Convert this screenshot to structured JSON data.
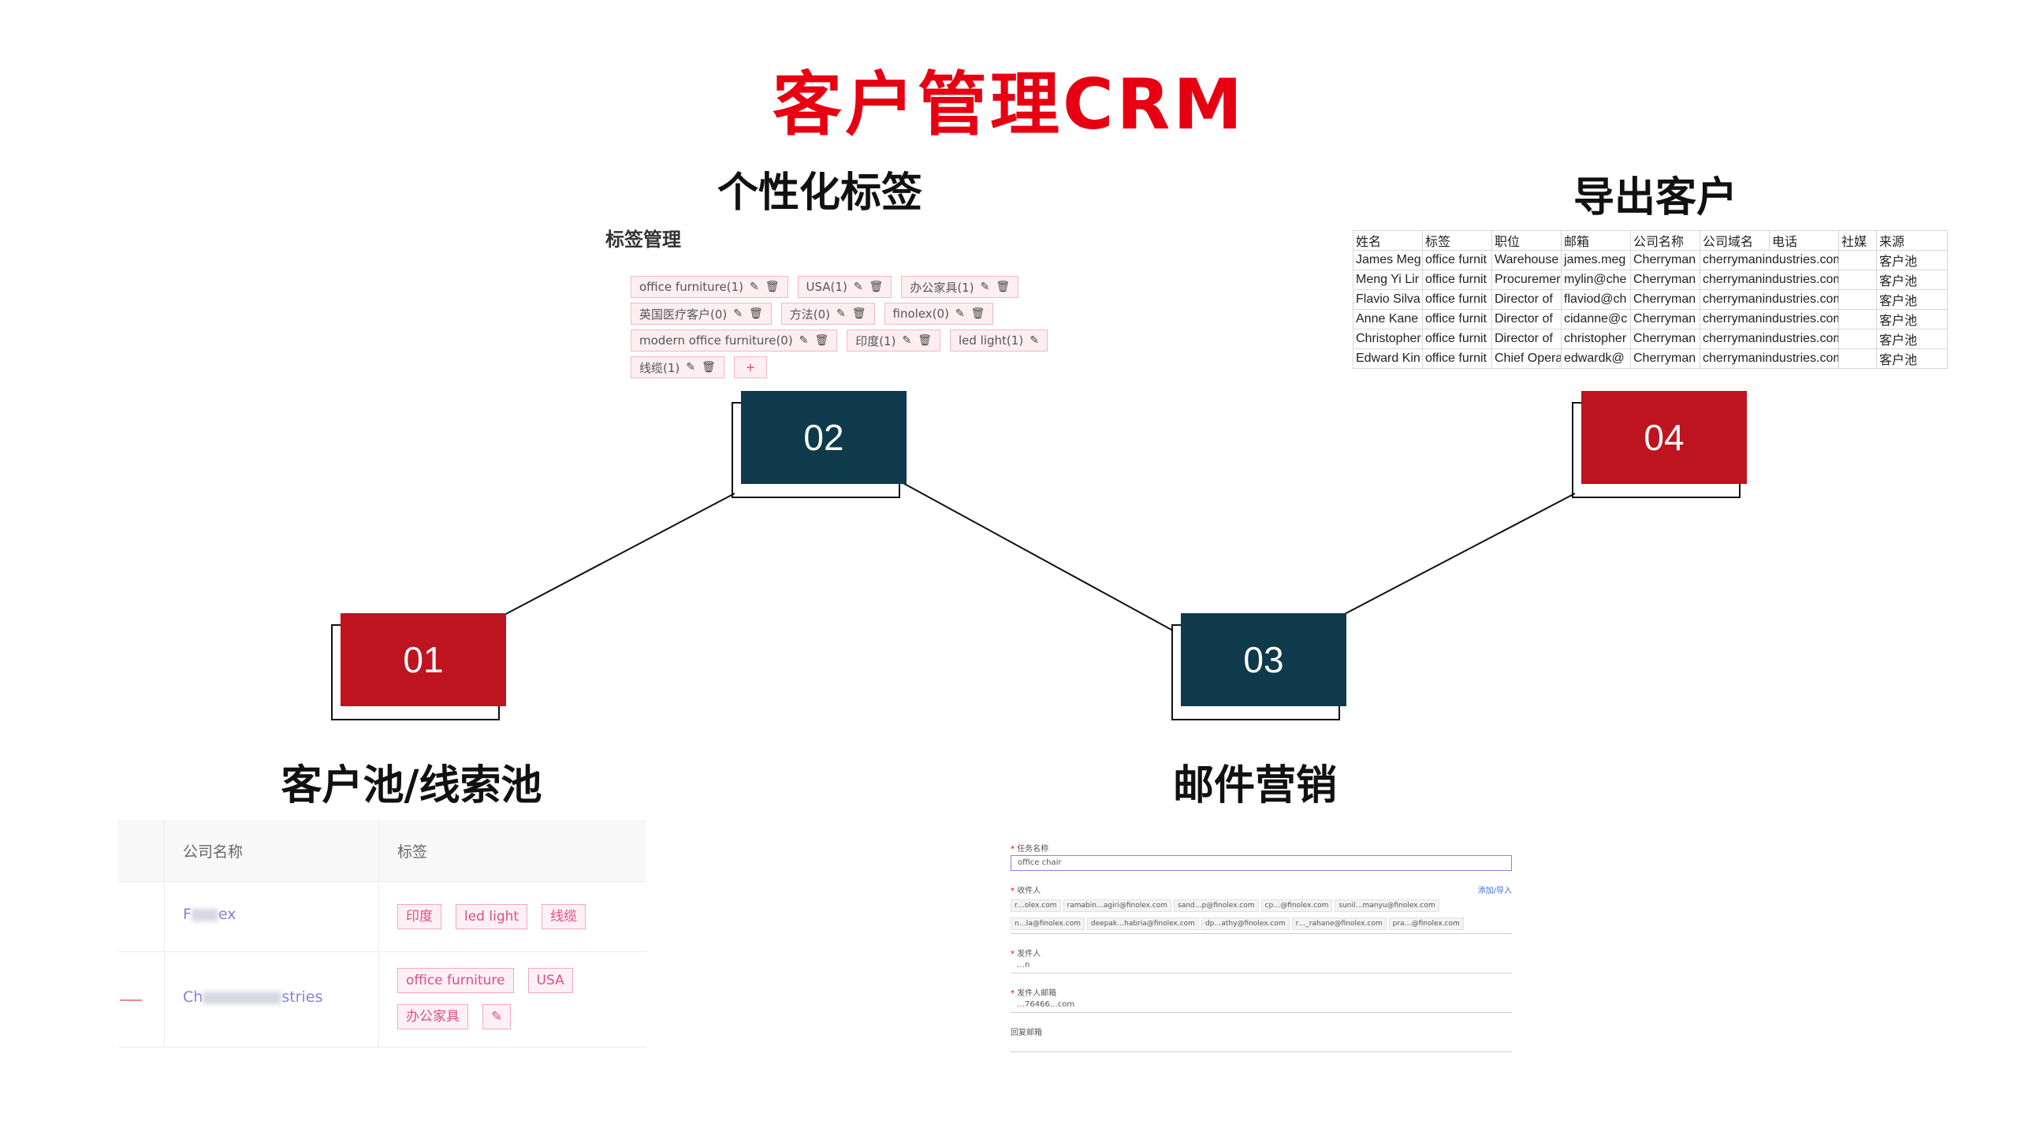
{
  "title": "客户管理CRM",
  "sections": {
    "s01": {
      "number": "01",
      "title": "客户池/线索池"
    },
    "s02": {
      "number": "02",
      "title": "个性化标签"
    },
    "s03": {
      "number": "03",
      "title": "邮件营销"
    },
    "s04": {
      "number": "04",
      "title": "导出客户"
    }
  },
  "colors": {
    "red": "#be1420",
    "navy": "#0f3a4c",
    "title_red": "#e60012"
  },
  "tag_manager": {
    "heading": "标签管理",
    "rows": [
      [
        "office furniture(1)",
        "USA(1)",
        "办公家具(1)"
      ],
      [
        "英国医疗客户(0)",
        "方法(0)",
        "finolex(0)"
      ],
      [
        "modern office furniture(0)",
        "印度(1)",
        "led light(1)"
      ],
      [
        "线缆(1)"
      ]
    ],
    "add_label": "+"
  },
  "export_table": {
    "columns": [
      "姓名",
      "标签",
      "职位",
      "邮箱",
      "公司名称",
      "公司域名",
      "电话",
      "社媒",
      "来源"
    ],
    "rows": [
      [
        "James Meg",
        "office furnit",
        "Warehouse",
        "james.meg",
        "Cherryman",
        "cherrymanindustries.com",
        "",
        "",
        "客户池"
      ],
      [
        "Meng Yi Lir",
        "office furnit",
        "Procuremer",
        "mylin@che",
        "Cherryman",
        "cherrymanindustries.com",
        "",
        "",
        "客户池"
      ],
      [
        "Flavio Silva",
        "office furnit",
        "Director of",
        "flaviod@ch",
        "Cherryman",
        "cherrymanindustries.com",
        "",
        "",
        "客户池"
      ],
      [
        "Anne Kane",
        "office furnit",
        "Director of",
        "cidanne@c",
        "Cherryman",
        "cherrymanindustries.com",
        "",
        "",
        "客户池"
      ],
      [
        "Christopher",
        "office furnit",
        "Director of",
        "christopher",
        "Cherryman",
        "cherrymanindustries.com",
        "",
        "",
        "客户池"
      ],
      [
        "Edward Kin",
        "office furnit",
        "Chief Opera",
        "edwardk@",
        "Cherryman",
        "cherrymanindustries.com",
        "",
        "",
        "客户池"
      ]
    ]
  },
  "customer_pool": {
    "col_company": "公司名称",
    "col_tags": "标签",
    "rows": [
      {
        "company_start": "F",
        "company_end": "ex",
        "tags": [
          "印度",
          "led light",
          "线缆"
        ]
      },
      {
        "company_start": "Ch",
        "company_end": "stries",
        "tags": [
          "office furniture",
          "USA",
          "办公家具"
        ]
      }
    ]
  },
  "email_form": {
    "task_label": "任务名称",
    "task_value": "office chair",
    "recipients_label": "收件人",
    "recipients_action": "添加/导入",
    "recipients": [
      "r…olex.com",
      "ramabin…agiri@finolex.com",
      "sand…p@finolex.com",
      "cp…@finolex.com",
      "sunil…manyu@finolex.com",
      "n…la@finolex.com",
      "deepak…habria@finolex.com",
      "dp…athy@finolex.com",
      "r…_rahane@finolex.com",
      "pra…@finolex.com"
    ],
    "sender_label": "发件人",
    "sender_value": "…n",
    "sender_email_label": "发件人邮箱",
    "sender_email_value": "…76466…com",
    "reply_label": "回复邮箱",
    "reply_value": ""
  }
}
